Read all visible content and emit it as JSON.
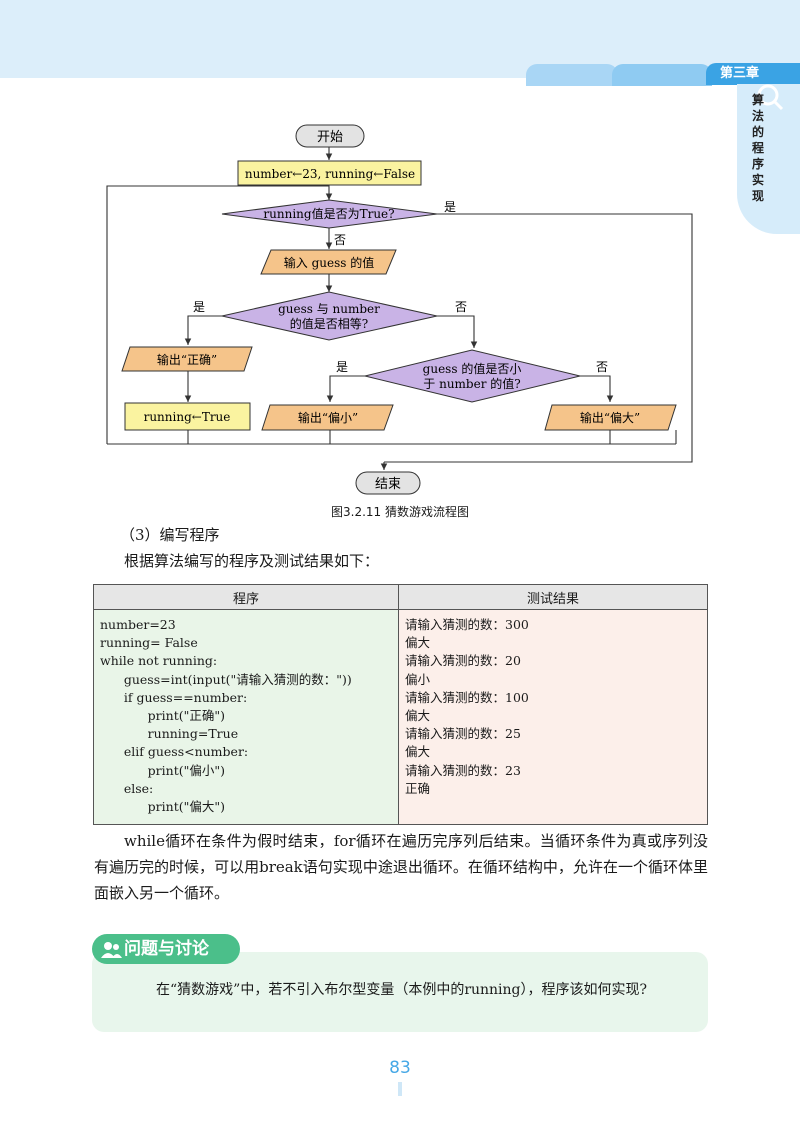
{
  "header": {
    "chapter": "第三章",
    "side_title": "算法的程序实现"
  },
  "flowchart": {
    "start": "开始",
    "init": "number←23, running←False",
    "cond1": "running值是否为True?",
    "input": "输入 guess 的值",
    "cond2_line1": "guess 与 number",
    "cond2_line2": "的值是否相等?",
    "out_correct": "输出“正确”",
    "set_running": "running←True",
    "cond3_line1": "guess 的值是否小",
    "cond3_line2": "于 number 的值?",
    "out_small": "输出“偏小”",
    "out_big": "输出“偏大”",
    "end": "结束",
    "yes": "是",
    "no": "否"
  },
  "caption": "图3.2.11    猜数游戏流程图",
  "section_heading": "（3）编写程序",
  "intro": "根据算法编写的程序及测试结果如下：",
  "table": {
    "headers": [
      "程序",
      "测试结果"
    ],
    "code": "number=23\nrunning= False\nwhile not running:\n      guess=int(input(\"请输入猜测的数：\"))\n      if guess==number:\n            print(\"正确\")\n            running=True\n      elif guess<number:\n            print(\"偏小\")\n      else:\n            print(\"偏大\")",
    "result": "请输入猜测的数：300\n偏大\n请输入猜测的数：20\n偏小\n请输入猜测的数：100\n偏大\n请输入猜测的数：25\n偏大\n请输入猜测的数：23\n正确"
  },
  "body": "while循环在条件为假时结束，for循环在遍历完序列后结束。当循环条件为真或序列没有遍历完的时候，可以用break语句实现中途退出循环。在循环结构中，允许在一个循环体里面嵌入另一个循环。",
  "discussion": {
    "title": "问题与讨论",
    "text": "在“猜数游戏”中，若不引入布尔型变量（本例中的running），程序该如何实现?"
  },
  "page_number": "83",
  "colors": {
    "accent_blue": "#3aa3e4",
    "discuss_green": "#4bbf8a",
    "decision_fill": "#c9b3e6",
    "io_fill": "#f5c48a",
    "process_fill": "#faf3a0"
  }
}
